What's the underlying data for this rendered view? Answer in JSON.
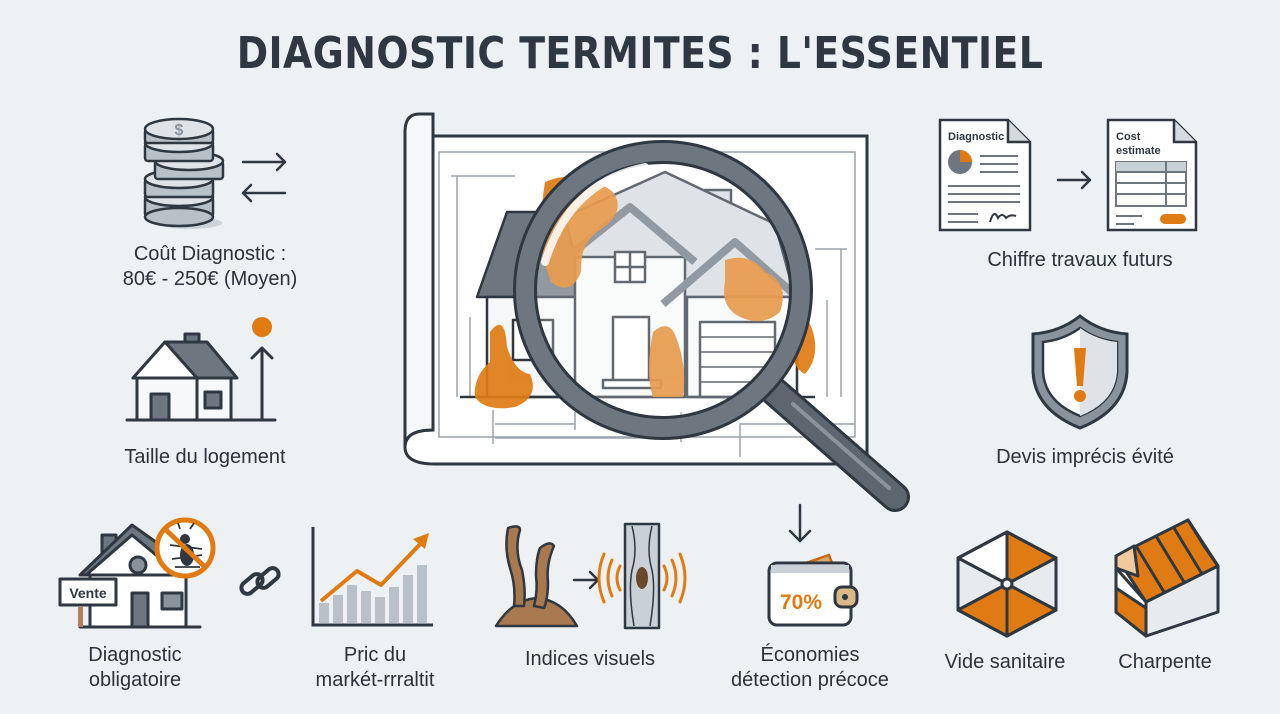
{
  "title": "DIAGNOSTIC TERMITES : L'ESSENTIEL",
  "colors": {
    "background": "#eef1f4",
    "accent_orange": "#e07b14",
    "dark_outline": "#2f3740",
    "gray_fill": "#6e7780",
    "light_gray": "#d5dadf"
  },
  "items": {
    "cost": {
      "line1": "Coût Diagnostic :",
      "line2": "80€ - 250€ (Moyen)",
      "icon": "coins-stack-icon"
    },
    "size": {
      "label": "Taille du logement",
      "icon": "house-size-icon"
    },
    "future_works": {
      "label": "Chiffre travaux futurs",
      "doc1_title": "Diagnostic",
      "doc2_title_1": "Cost",
      "doc2_title_2": "estimate",
      "icon": "documents-icon"
    },
    "avoid_quote": {
      "label": "Devis imprécis évité",
      "icon": "shield-warning-icon"
    },
    "mandatory": {
      "line1": "Diagnostic",
      "line2": "obligatoire",
      "sign": "Vente",
      "icon": "house-no-termite-icon"
    },
    "market": {
      "line1": "Pric du",
      "line2": "markét-rrraltit",
      "icon": "rising-chart-icon"
    },
    "visual_clues": {
      "label": "Indices visuels",
      "icon": "termite-tubes-icon"
    },
    "savings": {
      "line1": "Économies",
      "line2": "détection précoce",
      "percent": "70%",
      "icon": "wallet-icon"
    },
    "crawlspace": {
      "label": "Vide sanitaire",
      "icon": "crawlspace-cube-icon"
    },
    "roof_frame": {
      "label": "Charpente",
      "icon": "roof-frame-icon"
    }
  },
  "center": {
    "icon": "magnifier-blueprint-house-icon"
  }
}
